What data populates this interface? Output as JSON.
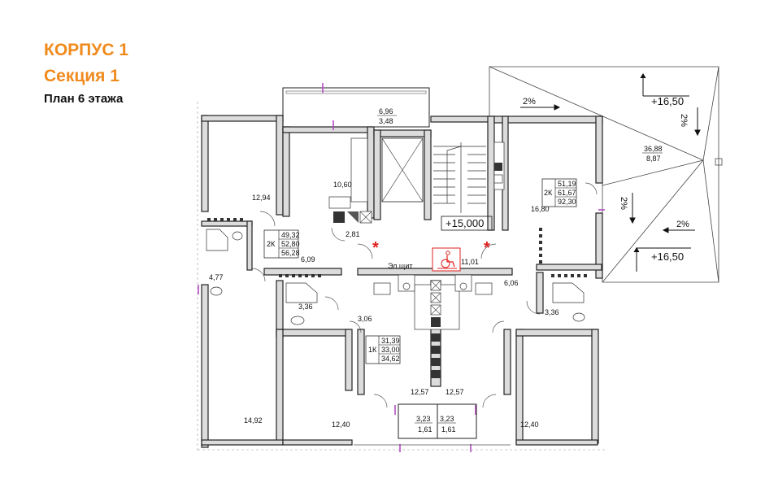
{
  "header": {
    "building": "КОРПУС 1",
    "section": "Секция 1",
    "plan": "План 6 этажа"
  },
  "colors": {
    "accent": "#f08a1c",
    "wall_fill": "#dcdcdc",
    "marker": "#e02020",
    "window": "#b040c0"
  },
  "levels": {
    "floor": "+15,000",
    "roof_top": "+16,50",
    "roof_bottom": "+16,50"
  },
  "slopes": [
    "2%",
    "2%",
    "2%",
    "2%"
  ],
  "rooms": {
    "loggia_top": [
      "6,96",
      "3,48"
    ],
    "terrace": [
      "36,88",
      "8,87"
    ],
    "r_12_94": "12,94",
    "r_10_60": "10,60",
    "r_2_81": "2,81",
    "r_6_09": "6,09",
    "r_4_77": "4,77",
    "r_3_36_left": "3,36",
    "r_3_06": "3,06",
    "r_14_92": "14,92",
    "r_12_40_mid": "12,40",
    "r_12_57_left": "12,57",
    "r_12_57_right": "12,57",
    "r_11_01": "11,01",
    "r_6_06": "6,06",
    "r_16_80": "16,80",
    "r_3_36_right": "3,36",
    "r_12_40_right": "12,40",
    "loggia_bl": [
      "3,23",
      "1,61"
    ],
    "loggia_br": [
      "3,23",
      "1,61"
    ],
    "shield": "Эл.щит"
  },
  "apartments": [
    {
      "type": "2К",
      "areas": [
        "49,32",
        "52,80",
        "56,28"
      ]
    },
    {
      "type": "1К",
      "areas": [
        "31,39",
        "33,00",
        "34,62"
      ]
    },
    {
      "type": "2К",
      "areas": [
        "51,19",
        "61,67",
        "92,30"
      ]
    }
  ],
  "icons": [
    "accessibility-icon",
    "asterisk-marker-icon"
  ]
}
